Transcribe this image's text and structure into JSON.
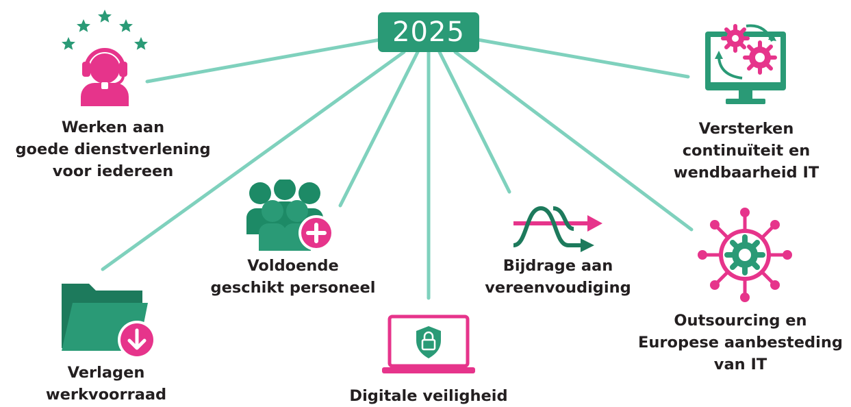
{
  "hub": {
    "label": "2025"
  },
  "items": [
    {
      "lines": [
        "Werken aan",
        "goede dienstverlening",
        "voor iedereen"
      ]
    },
    {
      "lines": [
        "Verlagen",
        "werkvoorraad"
      ]
    },
    {
      "lines": [
        "Voldoende",
        "geschikt personeel"
      ]
    },
    {
      "lines": [
        "Digitale veiligheid"
      ]
    },
    {
      "lines": [
        "Bijdrage aan",
        "vereenvoudiging"
      ]
    },
    {
      "lines": [
        "Versterken",
        "continuïteit en",
        "wendbaarheid IT"
      ]
    },
    {
      "lines": [
        "Outsourcing en",
        "Europese aanbesteding",
        "van IT"
      ]
    }
  ],
  "icons": [
    "customer-service-headset-icon",
    "folder-download-icon",
    "team-add-person-icon",
    "laptop-shield-lock-icon",
    "wave-arrows-icon",
    "monitor-gears-cycle-icon",
    "network-gear-icon"
  ],
  "colors": {
    "green": "#2a9a76",
    "pink": "#e6348b",
    "line": "#7fd1bd",
    "text": "#231f20"
  }
}
